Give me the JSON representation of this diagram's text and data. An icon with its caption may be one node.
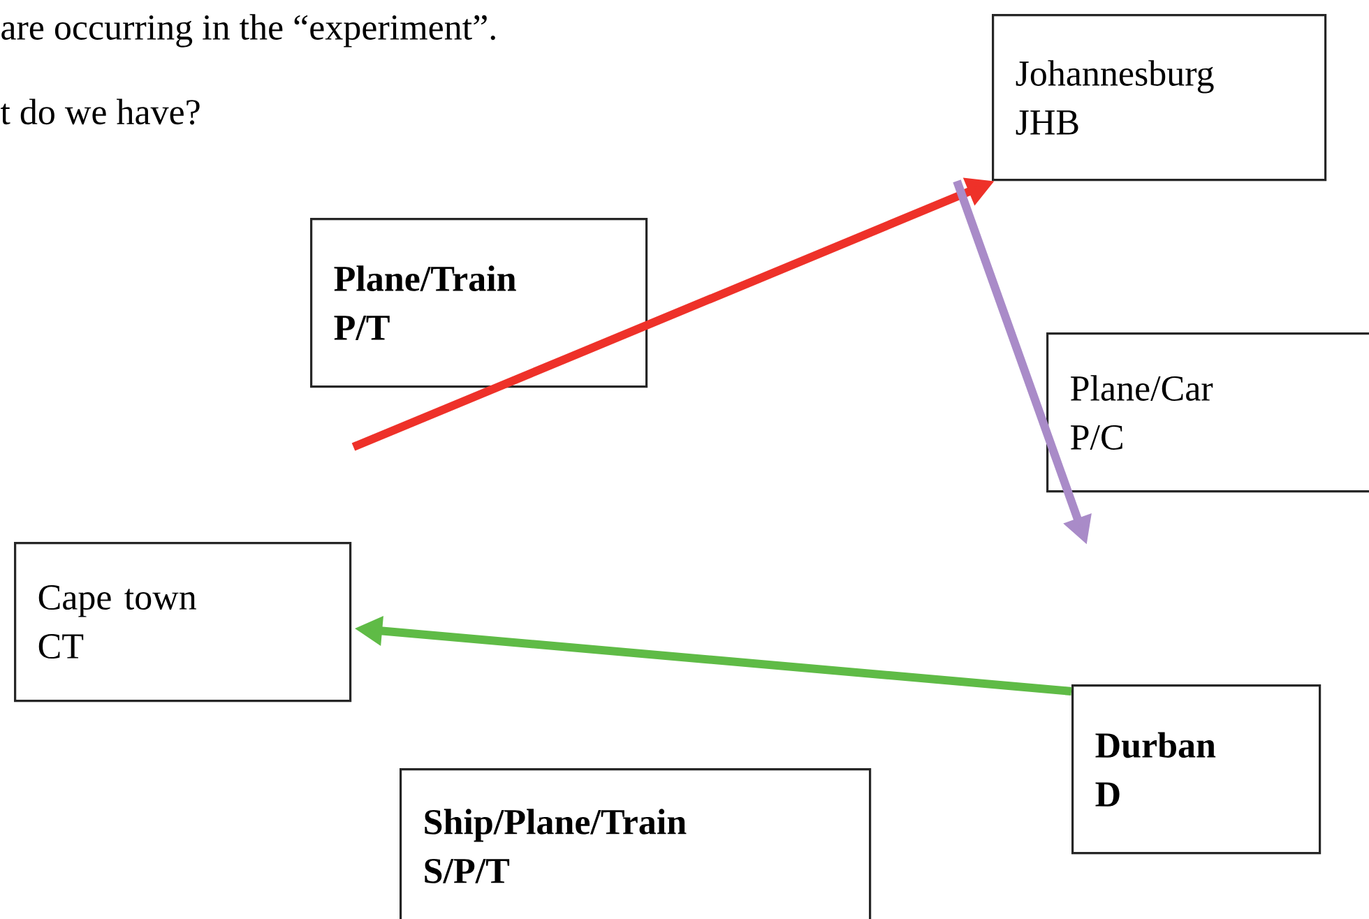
{
  "diagram": {
    "nodes": [
      {
        "text": [
          "Johannesburg",
          "JHB"
        ]
      },
      {
        "text": [
          "Plane/Train",
          "P/T"
        ]
      },
      {
        "text": [
          "Plane/Car",
          "P/C"
        ]
      },
      {
        "text": [
          "Cape town",
          "CT"
        ]
      },
      {
        "text": [
          "Durban",
          "D"
        ]
      },
      {
        "text": [
          "Ship/Plane/Train",
          "S/P/T"
        ]
      }
    ],
    "edges": [
      {
        "from": null,
        "to": 0,
        "arrow": "to",
        "color": "#ee3129"
      },
      {
        "from": 0,
        "to": null,
        "arrow": "to",
        "color": "#a98bc8"
      },
      {
        "from": 4,
        "to": 3,
        "arrow": "to",
        "color": "#5fbb46"
      }
    ],
    "labels": [
      "are occurring in the “experiment”.",
      "t do we have?"
    ]
  }
}
